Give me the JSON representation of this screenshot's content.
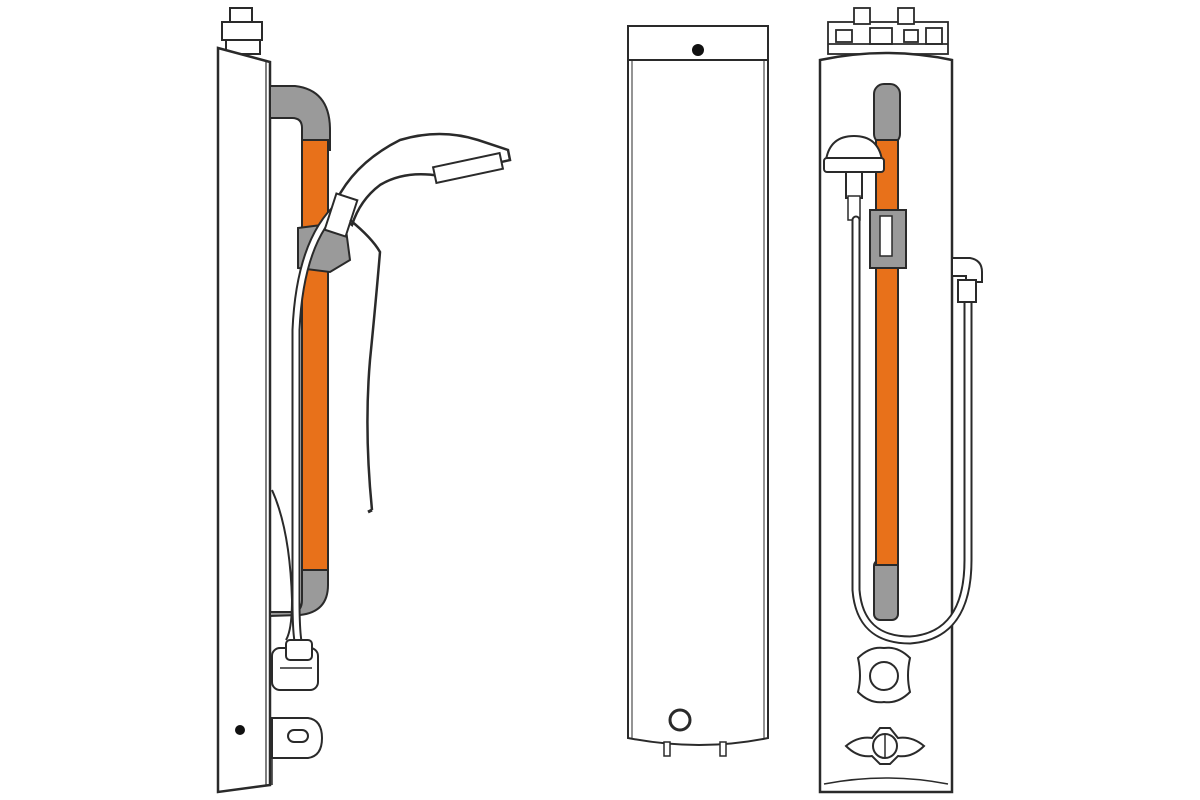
{
  "colors": {
    "background": "#ffffff",
    "outline": "#2a2a2a",
    "rail_accent": "#e8711a",
    "bracket_gray": "#9a9a9a",
    "panel_fill": "#ffffff",
    "dark_dot": "#111111"
  },
  "views": [
    {
      "id": "side-view",
      "shows": [
        "riser-rail",
        "handheld-shower-head",
        "hose",
        "mixer-valve",
        "panel-edge"
      ]
    },
    {
      "id": "back-view",
      "shows": [
        "top-cap",
        "mount-hole",
        "bottom-outlet"
      ]
    },
    {
      "id": "front-view",
      "shows": [
        "riser-rail",
        "handheld-shower-head",
        "slide-holder",
        "hose",
        "hose-elbow-connector",
        "flow-control-knob",
        "temperature-control-knob"
      ]
    }
  ]
}
